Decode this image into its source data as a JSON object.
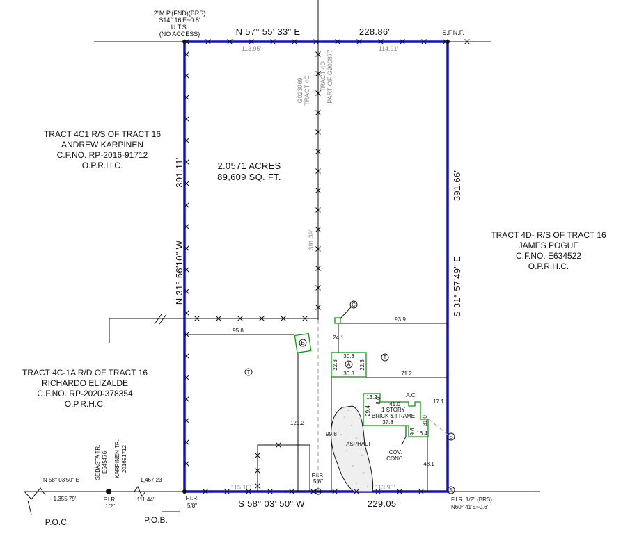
{
  "boundary": {
    "north_bearing": "N 57° 55' 33\" E",
    "north_distance": "228.86'",
    "south_bearing": "S 58° 03' 50\" W",
    "south_distance": "229.05'",
    "west_bearing": "N 31° 56'10\" W",
    "west_distance": "391.11'",
    "east_bearing": "S 31° 57'49\" E",
    "east_distance": "391.66'",
    "line_color": "#1010c8"
  },
  "area": {
    "acres": "2.0571 ACRES",
    "sqft": "89,609 SQ. FT."
  },
  "corner_notes": {
    "nw_line1": "2\"M.P.(FND)(BRS)",
    "nw_line2": "S14° 16'E~0.8'",
    "nw_line3": "U.T.S.",
    "nw_line4": "(NO ACCESS)",
    "ne": "S.F.N.F.",
    "sw_fir": "F.I.R.",
    "sw_fir_size": "5/8\"",
    "mid_fir": "F.I.R.",
    "mid_fir_size": "5/8\"",
    "se_line1": "F.I.R. 1/2\" (BRS)",
    "se_line2": "N60° 41'E~0.6'",
    "pob_fir": "F.I.R.",
    "pob_fir_size": "1/2\""
  },
  "internal": {
    "tract_4c_label1": "G023069",
    "tract_4c_label2": "TRACT 4C",
    "tract_4d_label1": "TRACT 4D",
    "tract_4d_label2": "PART OF G900877",
    "north_left": "113.95'",
    "north_right": "114.91'",
    "mid_vertical": "391.39'",
    "south_left": "115.10'",
    "south_right": "113.95'"
  },
  "adjoiners": {
    "west_upper": [
      "TRACT 4C1 R/S OF TRACT 16",
      "ANDREW KARPINEN",
      "C.F.NO. RP-2016-91712",
      "O.P.R.H.C."
    ],
    "east": [
      "TRACT 4D- R/S OF TRACT 16",
      "JAMES POGUE",
      "C.F.NO. E634522",
      "O.P.R.H.C."
    ],
    "west_lower": [
      "TRACT 4C-1A R/D OF TRACT 16",
      "RICHARDO ELIZALDE",
      "C.F.NO. RP-2020-378354",
      "O.P.R.H.C."
    ]
  },
  "dimensions": {
    "d_95_8": "95.8",
    "d_93_9": "93.9",
    "d_24_1": "24.1",
    "d_71_2": "71.2",
    "d_121_2": "121.2",
    "d_99_8": "99.8",
    "d_17_1": "17.1",
    "d_48_1": "48.1"
  },
  "building_a": {
    "top": "30.3",
    "bottom": "30.3",
    "left": "22.3",
    "right": "22.3"
  },
  "house": {
    "line1": "1 STORY",
    "line2": "BRICK & FRAME",
    "d_13_2": "13.2",
    "d_8_0": "8.0",
    "d_41_0": "41.0",
    "d_29_4": "29.4",
    "d_37_8": "37.8",
    "d_31_0": "31.0",
    "d_9_6": "9.6",
    "d_16_4": "16.4",
    "ac": "A.C.",
    "cov1": "COV.",
    "cov2": "CONC."
  },
  "asphalt": "ASPHALT",
  "symbols": {
    "a": "A",
    "b": "B",
    "c": "C",
    "t": "T",
    "s": "S"
  },
  "road": {
    "bearing": "N 58° 03'50\" E",
    "dist_1": "1,355.79'",
    "dist_2": "1,467.23",
    "dist_3": "111.44'",
    "sebasta1": "SEBASTA TR.",
    "sebasta2": "E645476",
    "karp1": "KARPINEN TR.",
    "karp2": "201691712",
    "pob1": "P.O.C.",
    "pob2": "P.O.B."
  }
}
